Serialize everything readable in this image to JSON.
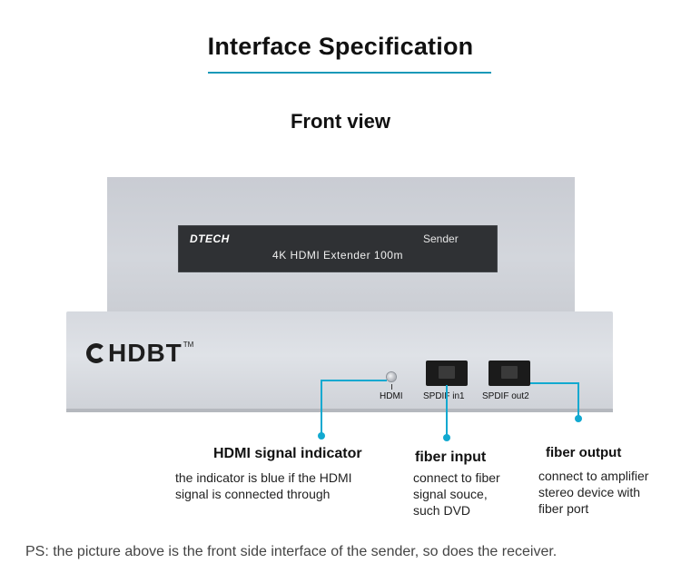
{
  "header": {
    "title": "Interface Specification",
    "subtitle": "Front view"
  },
  "device": {
    "brand": "DTECH",
    "role": "Sender",
    "model": "4K HDMI Extender 100m",
    "logo": {
      "text": "HDBT",
      "tm": "TM"
    },
    "ports": {
      "hdmi_led_label": "HDMI",
      "spdif_in_label": "SPDIF in1",
      "spdif_out_label": "SPDIF out2"
    }
  },
  "callouts": {
    "hdmi_indicator": {
      "title": "HDMI signal indicator",
      "desc_line1": "the indicator is blue if the HDMI",
      "desc_line2": "signal is connected through"
    },
    "fiber_input": {
      "title": "fiber input",
      "desc_line1": "connect to fiber",
      "desc_line2": "signal souce,",
      "desc_line3": "such DVD"
    },
    "fiber_output": {
      "title": "fiber output",
      "desc_line1": "connect to amplifier",
      "desc_line2": "stereo device with",
      "desc_line3": "fiber port"
    }
  },
  "footer": {
    "note": "PS: the picture above is the front side interface of the sender, so does the receiver."
  },
  "colors": {
    "accent": "#12a9d0",
    "panel": "#2f3134",
    "body": "#d3d6dc"
  }
}
